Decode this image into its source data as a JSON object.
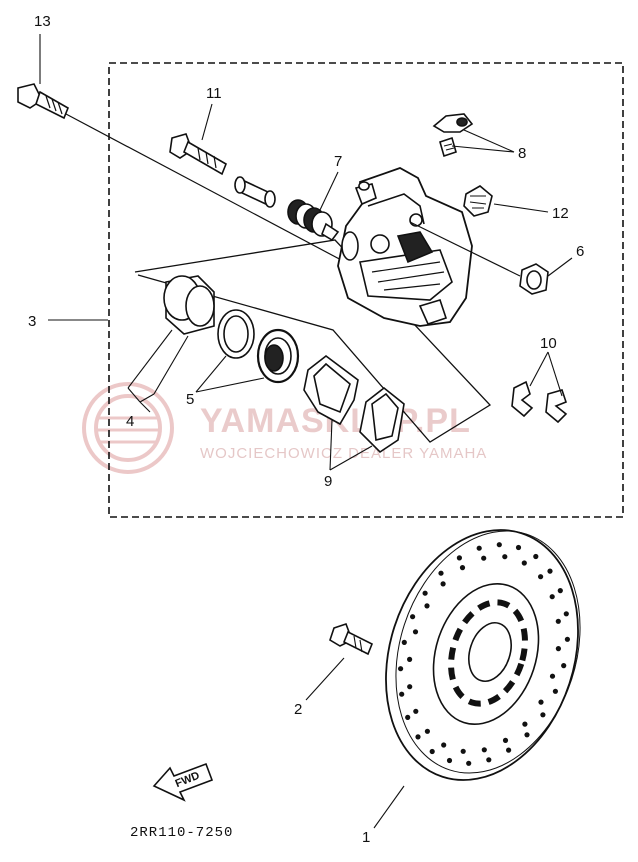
{
  "diagram": {
    "part_code": "2RR110-7250",
    "direction_tag": "FWD",
    "callouts": [
      "1",
      "2",
      "3",
      "4",
      "5",
      "6",
      "7",
      "8",
      "9",
      "10",
      "11",
      "12",
      "13"
    ]
  },
  "watermark": {
    "title": "YAMASKLEP.PL",
    "subtitle": "WOJCIECHOWICZ DEALER YAMAHA",
    "color": "#e9b8b8"
  }
}
